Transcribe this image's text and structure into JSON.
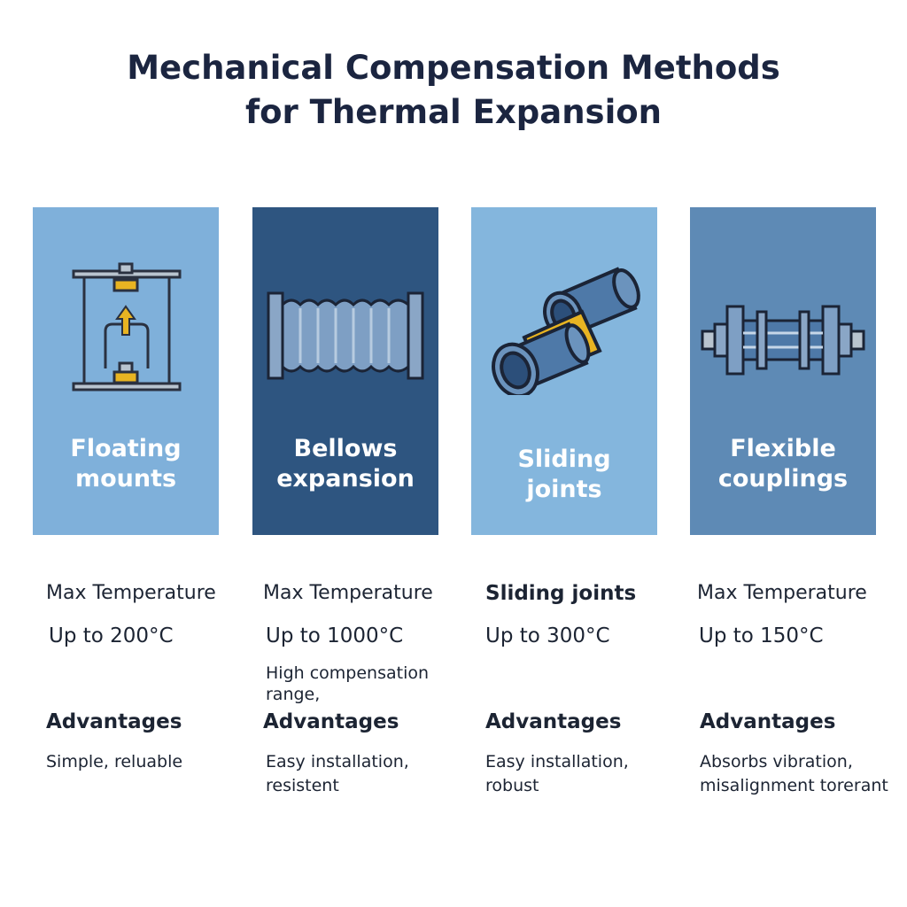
{
  "title": {
    "line1": "Mechanical Compensation Methods",
    "line2": "for Thermal Expansion"
  },
  "cards": [
    {
      "label_line1": "Floating",
      "label_line2": "mounts",
      "color": "#7fb0da",
      "icon": "floating-mount-icon"
    },
    {
      "label_line1": "Bellows",
      "label_line2": "expansion",
      "color": "#2e5580",
      "icon": "bellows-icon"
    },
    {
      "label_line1": "Sliding",
      "label_line2": "joints",
      "color": "#84b6dd",
      "icon": "sliding-joint-icon"
    },
    {
      "label_line1": "Flexible",
      "label_line2": "couplings",
      "color": "#5e8ab5",
      "icon": "flexible-coupling-icon"
    }
  ],
  "details": [
    {
      "temp_heading": "Max Temperature",
      "temp_value": "Up to 200°C",
      "note": "",
      "adv_heading": "Advantages",
      "adv_line1": "Simple, reluable",
      "adv_line2": ""
    },
    {
      "temp_heading": "Max Temperature",
      "temp_value": "Up to 1000°C",
      "note": "High compensation range,",
      "adv_heading": "Advantages",
      "adv_line1": "Easy installation,",
      "adv_line2": "resistent"
    },
    {
      "temp_heading": "Sliding joints",
      "temp_value": "Up to 300°C",
      "note": "",
      "adv_heading": "Advantages",
      "adv_line1": "Easy installation,",
      "adv_line2": "robust"
    },
    {
      "temp_heading": "Max Temperature",
      "temp_value": "Up to 150°C",
      "note": "",
      "adv_heading": "Advantages",
      "adv_line1": "Absorbs vibration,",
      "adv_line2": "misalignment torerant"
    }
  ]
}
